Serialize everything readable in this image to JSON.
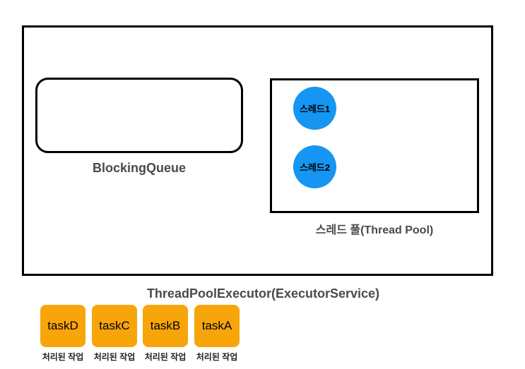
{
  "queue": {
    "label": "BlockingQueue"
  },
  "thread_pool": {
    "label": "스레드 풀(Thread Pool)",
    "threads": [
      "스레드1",
      "스레드2"
    ]
  },
  "executor": {
    "label": "ThreadPoolExecutor(ExecutorService)"
  },
  "tasks": [
    {
      "name": "taskD",
      "status": "처리된 작업"
    },
    {
      "name": "taskC",
      "status": "처리된 작업"
    },
    {
      "name": "taskB",
      "status": "처리된 작업"
    },
    {
      "name": "taskA",
      "status": "처리된 작업"
    }
  ],
  "colors": {
    "thread": "#1596f2",
    "task": "#f8a50c",
    "border": "#000000",
    "label": "#4a4a4a"
  }
}
